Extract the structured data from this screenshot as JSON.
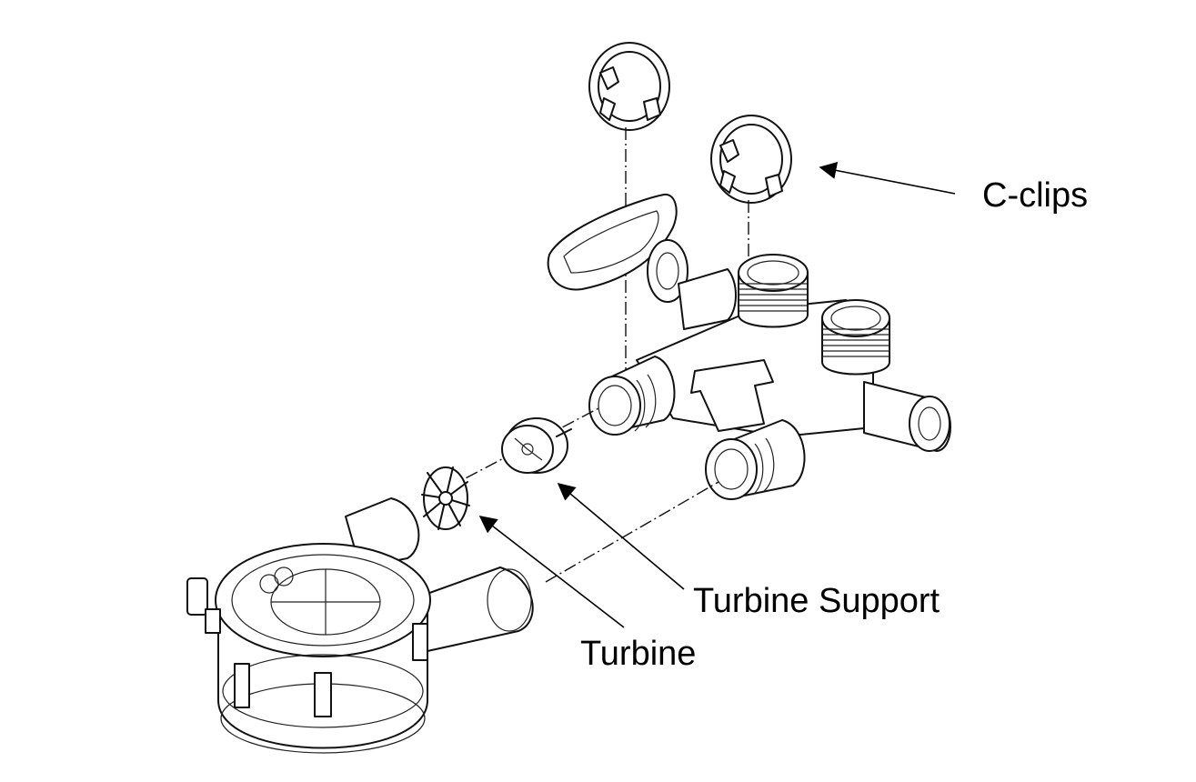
{
  "labels": {
    "c_clips": "C-clips",
    "turbine_support": "Turbine Support",
    "turbine": "Turbine"
  },
  "colors": {
    "line": "#111111",
    "background": "#ffffff"
  }
}
